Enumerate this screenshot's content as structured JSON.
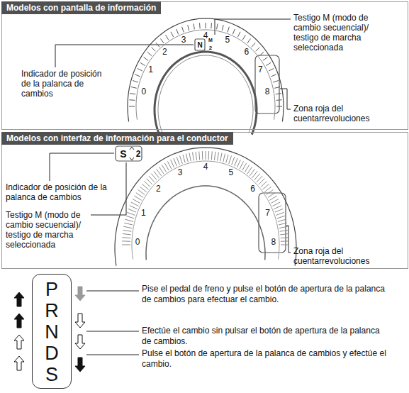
{
  "diagram": {
    "nodes": [
      {
        "text": [
          "Modelos con pantalla de información"
        ]
      },
      {
        "text": [
          "Modelos con interfaz de información para el conductor"
        ]
      },
      {
        "text": [
          "P",
          "R",
          "N",
          "D",
          "S"
        ]
      }
    ],
    "labels": [
      "Testigo M (modo de cambio secuencial)/ testigo de marcha seleccionada",
      "Indicador de posición de la palanca de cambios",
      "Zona roja del cuentarrevoluciones",
      "0",
      "1",
      "2",
      "3",
      "4",
      "5",
      "6",
      "7",
      "8",
      "N",
      "M",
      "2",
      "Indicador de posición de la palanca de cambios",
      "Testigo M (modo de cambio secuencial)/ testigo de marcha seleccionada",
      "Zona roja del cuentarrevoluciones",
      "S",
      "2",
      "0",
      "1",
      "2",
      "3",
      "4",
      "5",
      "6",
      "7",
      "8",
      "Pise el pedal de freno y pulse el botón de apertura de la palanca de cambios para efectuar el cambio.",
      "Efectúe el cambio sin pulsar el botón de apertura de la palanca de cambios.",
      "Pulse el botón de apertura de la palanca de cambios y efectúe el cambio."
    ]
  }
}
